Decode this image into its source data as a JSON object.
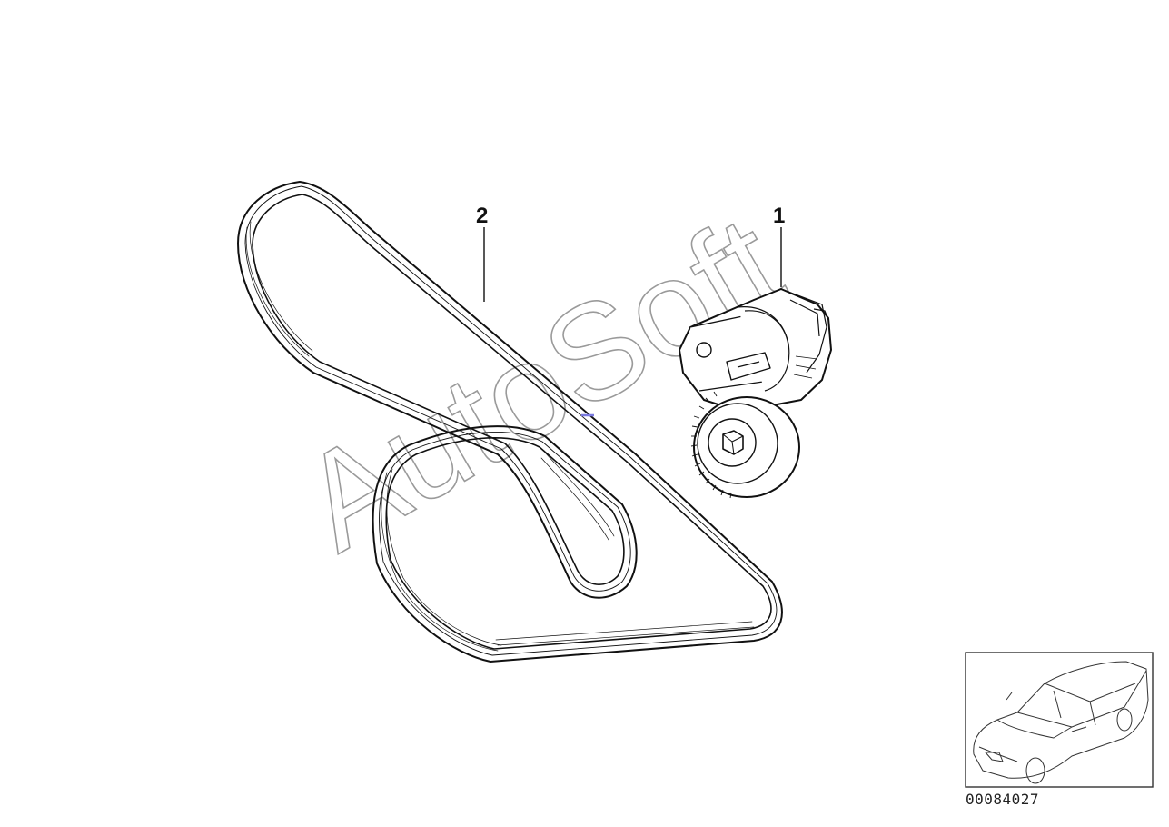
{
  "callouts": [
    {
      "id": "callout-1",
      "label": "1"
    },
    {
      "id": "callout-2",
      "label": "2"
    }
  ],
  "watermark": {
    "text": "AutoSoft"
  },
  "diagram_id": "00084027"
}
